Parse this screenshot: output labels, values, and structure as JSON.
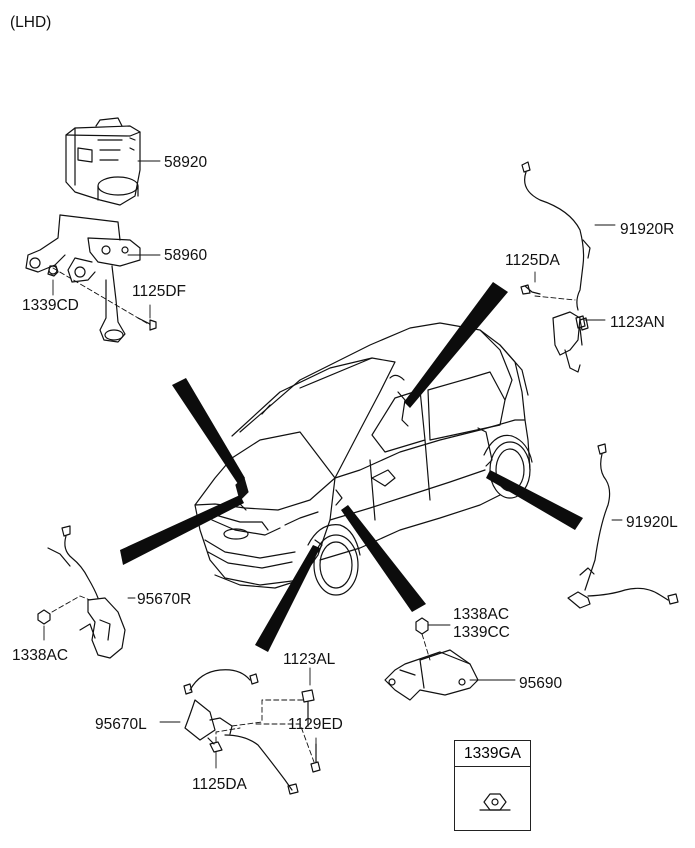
{
  "variant": "(LHD)",
  "parts": {
    "p58920": "58920",
    "p58960": "58960",
    "p1339CD": "1339CD",
    "p1125DF": "1125DF",
    "p91920R": "91920R",
    "p1125DA_rear": "1125DA",
    "p1123AN": "1123AN",
    "p91920L": "91920L",
    "p95670R": "95670R",
    "p1338AC_left": "1338AC",
    "p1338AC_right": "1338AC",
    "p1339CC": "1339CC",
    "p95690": "95690",
    "p1123AL": "1123AL",
    "p95670L": "95670L",
    "p1129ED": "1129ED",
    "p1125DA_front": "1125DA"
  },
  "legend": {
    "part": "1339GA",
    "icon": "nut-icon"
  }
}
